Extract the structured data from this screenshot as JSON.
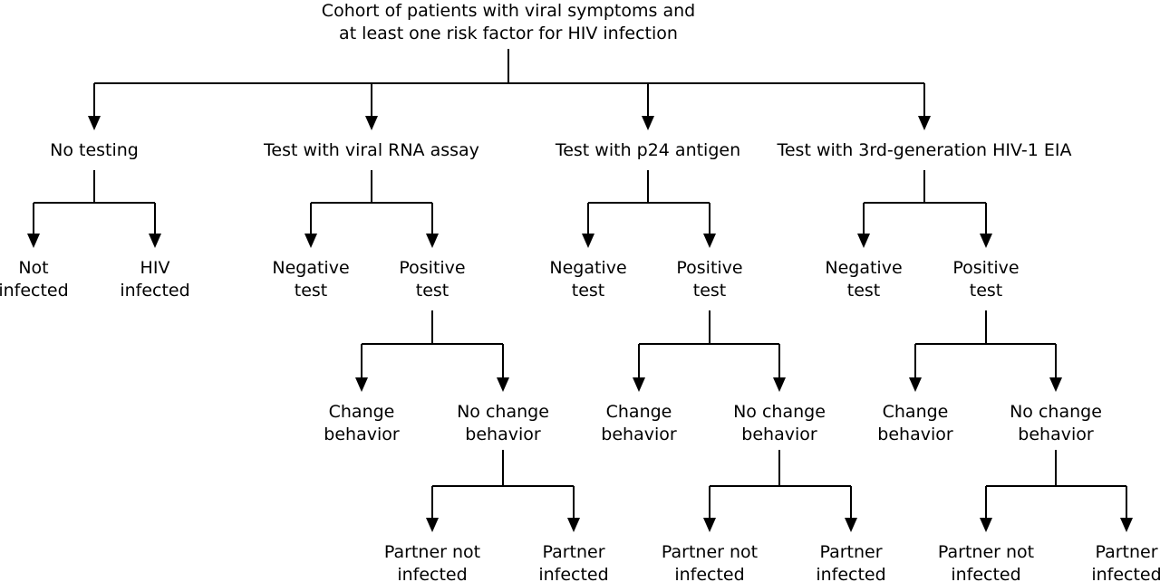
{
  "nodes": {
    "root": [
      "Cohort of patients with viral symptoms and",
      "at least one risk factor for HIV infection"
    ],
    "no_testing": [
      "No testing"
    ],
    "not_infected": [
      "Not",
      "infected"
    ],
    "hiv_infected": [
      "HIV",
      "infected"
    ],
    "rna": [
      "Test with viral RNA assay"
    ],
    "rna_neg": [
      "Negative",
      "test"
    ],
    "rna_pos": [
      "Positive",
      "test"
    ],
    "rna_change": [
      "Change",
      "behavior"
    ],
    "rna_nochange": [
      "No change",
      "behavior"
    ],
    "rna_partner_not": [
      "Partner not",
      "infected"
    ],
    "rna_partner_inf": [
      "Partner",
      "infected"
    ],
    "p24": [
      "Test with p24 antigen"
    ],
    "p24_neg": [
      "Negative",
      "test"
    ],
    "p24_pos": [
      "Positive",
      "test"
    ],
    "p24_change": [
      "Change",
      "behavior"
    ],
    "p24_nochange": [
      "No change",
      "behavior"
    ],
    "p24_partner_not": [
      "Partner not",
      "infected"
    ],
    "p24_partner_inf": [
      "Partner",
      "infected"
    ],
    "eia": [
      "Test with 3rd-generation HIV-1 EIA"
    ],
    "eia_neg": [
      "Negative",
      "test"
    ],
    "eia_pos": [
      "Positive",
      "test"
    ],
    "eia_change": [
      "Change",
      "behavior"
    ],
    "eia_nochange": [
      "No change",
      "behavior"
    ],
    "eia_partner_not": [
      "Partner not",
      "infected"
    ],
    "eia_partner_inf": [
      "Partner",
      "infected"
    ]
  },
  "edges": [
    [
      "root",
      "no_testing"
    ],
    [
      "root",
      "rna"
    ],
    [
      "root",
      "p24"
    ],
    [
      "root",
      "eia"
    ],
    [
      "no_testing",
      "not_infected"
    ],
    [
      "no_testing",
      "hiv_infected"
    ],
    [
      "rna",
      "rna_neg"
    ],
    [
      "rna",
      "rna_pos"
    ],
    [
      "rna_pos",
      "rna_change"
    ],
    [
      "rna_pos",
      "rna_nochange"
    ],
    [
      "rna_nochange",
      "rna_partner_not"
    ],
    [
      "rna_nochange",
      "rna_partner_inf"
    ],
    [
      "p24",
      "p24_neg"
    ],
    [
      "p24",
      "p24_pos"
    ],
    [
      "p24_pos",
      "p24_change"
    ],
    [
      "p24_pos",
      "p24_nochange"
    ],
    [
      "p24_nochange",
      "p24_partner_not"
    ],
    [
      "p24_nochange",
      "p24_partner_inf"
    ],
    [
      "eia",
      "eia_neg"
    ],
    [
      "eia",
      "eia_pos"
    ],
    [
      "eia_pos",
      "eia_change"
    ],
    [
      "eia_pos",
      "eia_nochange"
    ],
    [
      "eia_nochange",
      "eia_partner_not"
    ],
    [
      "eia_nochange",
      "eia_partner_inf"
    ]
  ]
}
